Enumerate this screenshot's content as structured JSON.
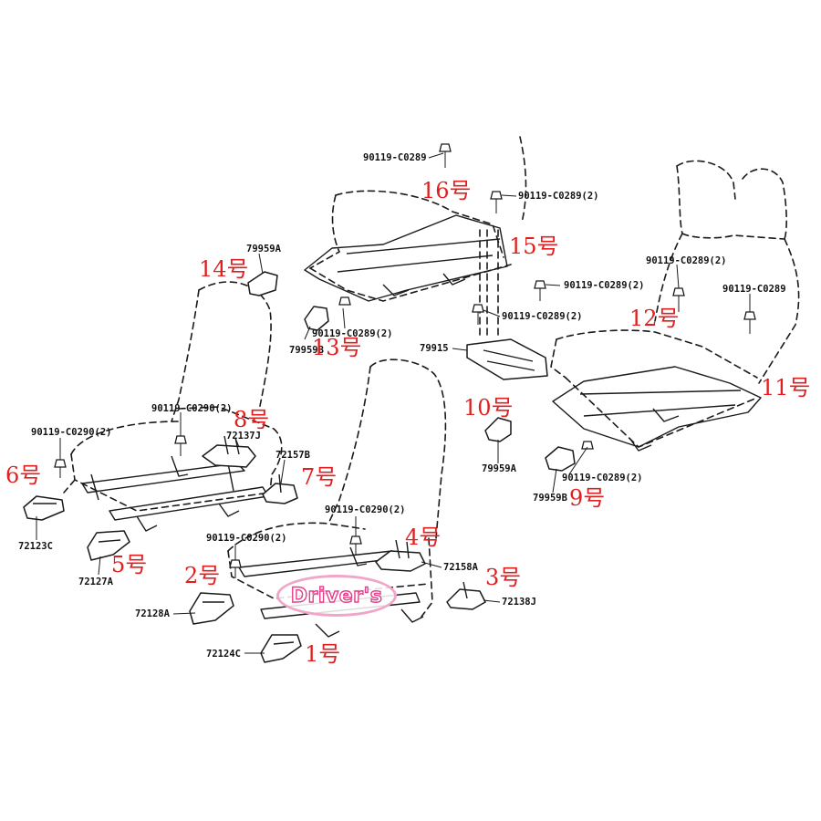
{
  "parts": {
    "p_90119_c0289_top": "90119-C0289",
    "p_90119_c0289_2_a": "90119-C0289(2)",
    "p_79959a": "79959A",
    "p_90119_c0289_2_b": "90119-C0289(2)",
    "p_79959b_left": "79959B",
    "p_90119_c0289_2_c": "90119-C0289(2)",
    "p_90119_c0289_2_d": "90119-C0289(2)",
    "p_79915": "79915",
    "p_90119_c0289_2_e": "90119-C0289(2)",
    "p_90119_c0289_right": "90119-C0289",
    "p_90119_c0290_2_a": "90119-C0290(2)",
    "p_90119_c0290_2_left": "90119-C0290(2)",
    "p_72137j": "72137J",
    "p_72157b": "72157B",
    "p_72123c": "72123C",
    "p_72127a": "72127A",
    "p_90119_c0290_2_b": "90119-C0290(2)",
    "p_90119_c0290_2_c": "90119-C0290(2)",
    "p_72158a": "72158A",
    "p_72138j": "72138J",
    "p_72128a": "72128A",
    "p_72124c": "72124C",
    "p_79959a_right": "79959A",
    "p_90119_c0289_2_f": "90119-C0289(2)",
    "p_79959b_right": "79959B"
  },
  "callouts": {
    "n1": "1号",
    "n2": "2号",
    "n3": "3号",
    "n4": "4号",
    "n5": "5号",
    "n6": "6号",
    "n7": "7号",
    "n8": "8号",
    "n9": "9号",
    "n10": "10号",
    "n11": "11号",
    "n12": "12号",
    "n13": "13号",
    "n14": "14号",
    "n15": "15号",
    "n16": "16号"
  },
  "watermark": {
    "text": "Driver's"
  },
  "colors": {
    "callout": "#e02020",
    "line": "#1a1a1a",
    "badge": "#e53e8a"
  }
}
